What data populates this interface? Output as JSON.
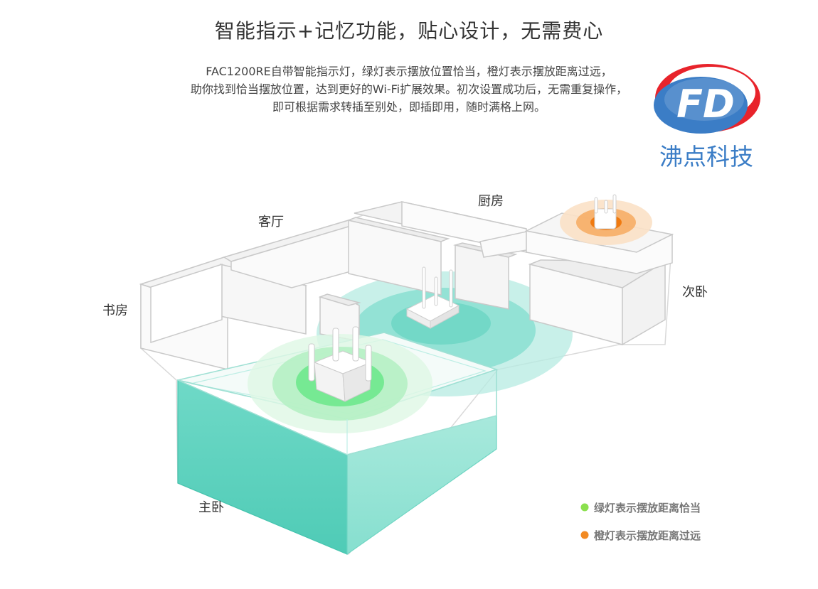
{
  "header": {
    "title": "智能指示+记忆功能，贴心设计，无需费心",
    "description_lines": [
      "FAC1200RE自带智能指示灯，绿灯表示摆放位置恰当，橙灯表示摆放距离过远，",
      "助你找到恰当摆放位置，达到更好的Wi-Fi扩展效果。初次设置成功后，无需重复操作，",
      "即可根据需求转插至别处，即插即用，随时满格上网。"
    ]
  },
  "brand": {
    "logo_letters": "FD",
    "name": "沸点科技",
    "colors": {
      "red": "#e8232b",
      "blue": "#3b7dc6"
    }
  },
  "rooms": {
    "kitchen": "厨房",
    "living_room": "客厅",
    "study": "书房",
    "second_bedroom": "次卧",
    "master_bedroom": "主卧"
  },
  "legend": [
    {
      "label": "绿灯表示摆放距离恰当",
      "color": "#8be04e"
    },
    {
      "label": "橙灯表示摆放距离过远",
      "color": "#f28a22"
    }
  ],
  "colors": {
    "teal_floor": "#5fd3c0",
    "teal_signal": "#7fdccd",
    "green_signal": "#44e36a",
    "orange_signal": "#f28a22",
    "wall": "#f7f7f7",
    "wall_stroke": "#c9c9c9"
  }
}
